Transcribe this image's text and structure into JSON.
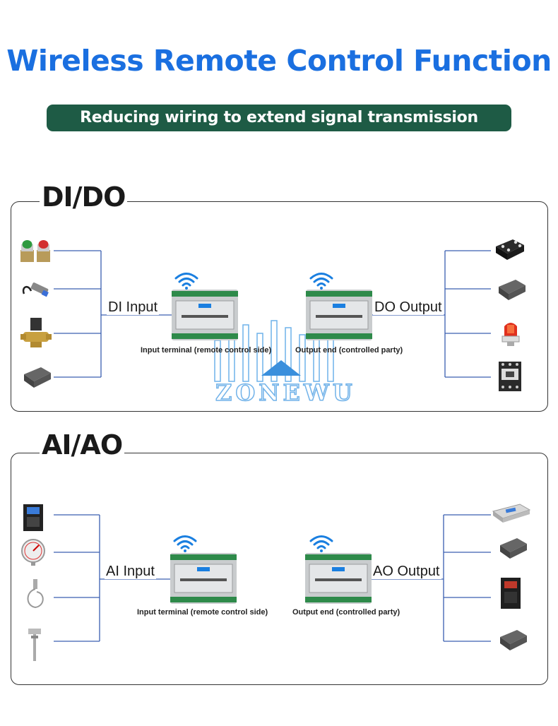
{
  "header": {
    "title": "Wireless Remote Control Function",
    "subtitle": "Reducing wiring to extend signal transmission distance"
  },
  "colors": {
    "title_blue": "#1a6fe0",
    "banner_green": "#1e5b45",
    "line_blue": "#3a5fb0",
    "wifi_blue": "#1a7fe0"
  },
  "dido": {
    "title": "DI/DO",
    "input_label": "DI Input",
    "output_label": "DO Output",
    "input_caption": "Input terminal (remote control side)",
    "output_caption": "Output end (controlled party)",
    "input_icons": [
      "push-button-icon",
      "proximity-sensor-icon",
      "solenoid-valve-icon",
      "plc-module-icon"
    ],
    "output_icons": [
      "solid-state-relay-icon",
      "plc-module-icon",
      "warning-light-icon",
      "contactor-icon"
    ]
  },
  "aiao": {
    "title": "AI/AO",
    "input_label": "AI Input",
    "output_label": "AO Output",
    "input_caption": "Input terminal (remote control side)",
    "output_caption": "Output end (controlled party)",
    "input_icons": [
      "inverter-icon",
      "pressure-gauge-icon",
      "temperature-probe-icon",
      "thermocouple-icon"
    ],
    "output_icons": [
      "instrument-panel-icon",
      "plc-module-icon",
      "frequency-converter-icon",
      "plc-module-icon"
    ]
  },
  "watermark": {
    "brand": "ZONEWU"
  }
}
